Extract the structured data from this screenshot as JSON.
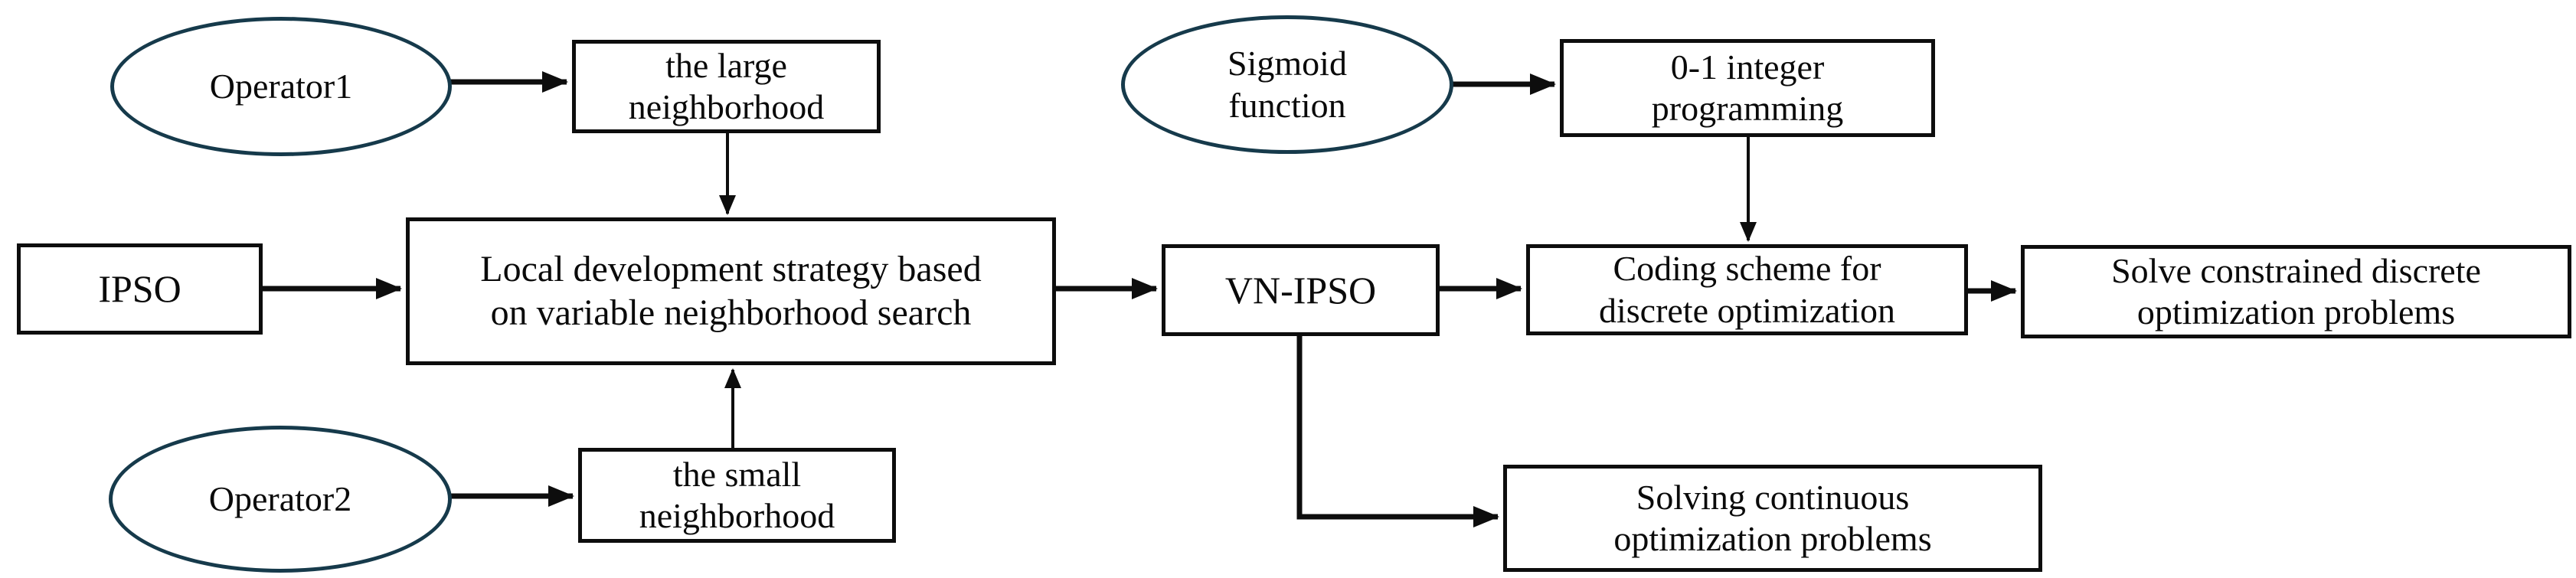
{
  "figure": {
    "type": "flowchart",
    "background": "#ffffff",
    "colors": {
      "rect_border": "#0d0d0d",
      "ellipse_border": "#163a4b",
      "arrow": "#0d0d0d",
      "text": "#0a0a0a"
    },
    "nodes": {
      "operator1": {
        "shape": "ellipse",
        "lines": [
          "Operator1"
        ]
      },
      "large_neighborhood": {
        "shape": "rect",
        "lines": [
          "the large",
          "neighborhood"
        ]
      },
      "ipso": {
        "shape": "rect",
        "lines": [
          "IPSO"
        ]
      },
      "local_dev": {
        "shape": "rect",
        "lines": [
          "Local development strategy based",
          "on variable neighborhood search"
        ]
      },
      "operator2": {
        "shape": "ellipse",
        "lines": [
          "Operator2"
        ]
      },
      "small_neighborhood": {
        "shape": "rect",
        "lines": [
          "the small",
          "neighborhood"
        ]
      },
      "sigmoid": {
        "shape": "ellipse",
        "lines": [
          "Sigmoid",
          "function"
        ]
      },
      "int_programming": {
        "shape": "rect",
        "lines": [
          "0-1 integer",
          "programming"
        ]
      },
      "vn_ipso": {
        "shape": "rect",
        "lines": [
          "VN-IPSO"
        ]
      },
      "coding_scheme": {
        "shape": "rect",
        "lines": [
          "Coding scheme for",
          "discrete optimization"
        ]
      },
      "solve_discrete": {
        "shape": "rect",
        "lines": [
          "Solve constrained discrete",
          "optimization problems"
        ]
      },
      "solving_continuous": {
        "shape": "rect",
        "lines": [
          "Solving continuous",
          "optimization problems"
        ]
      }
    },
    "edges": [
      {
        "from": "operator1",
        "to": "large_neighborhood"
      },
      {
        "from": "ipso",
        "to": "local_dev"
      },
      {
        "from": "operator2",
        "to": "small_neighborhood"
      },
      {
        "from": "large_neighborhood",
        "to": "local_dev"
      },
      {
        "from": "small_neighborhood",
        "to": "local_dev"
      },
      {
        "from": "local_dev",
        "to": "vn_ipso"
      },
      {
        "from": "sigmoid",
        "to": "int_programming"
      },
      {
        "from": "int_programming",
        "to": "coding_scheme"
      },
      {
        "from": "vn_ipso",
        "to": "coding_scheme"
      },
      {
        "from": "coding_scheme",
        "to": "solve_discrete"
      },
      {
        "from": "vn_ipso",
        "to": "solving_continuous"
      }
    ]
  }
}
